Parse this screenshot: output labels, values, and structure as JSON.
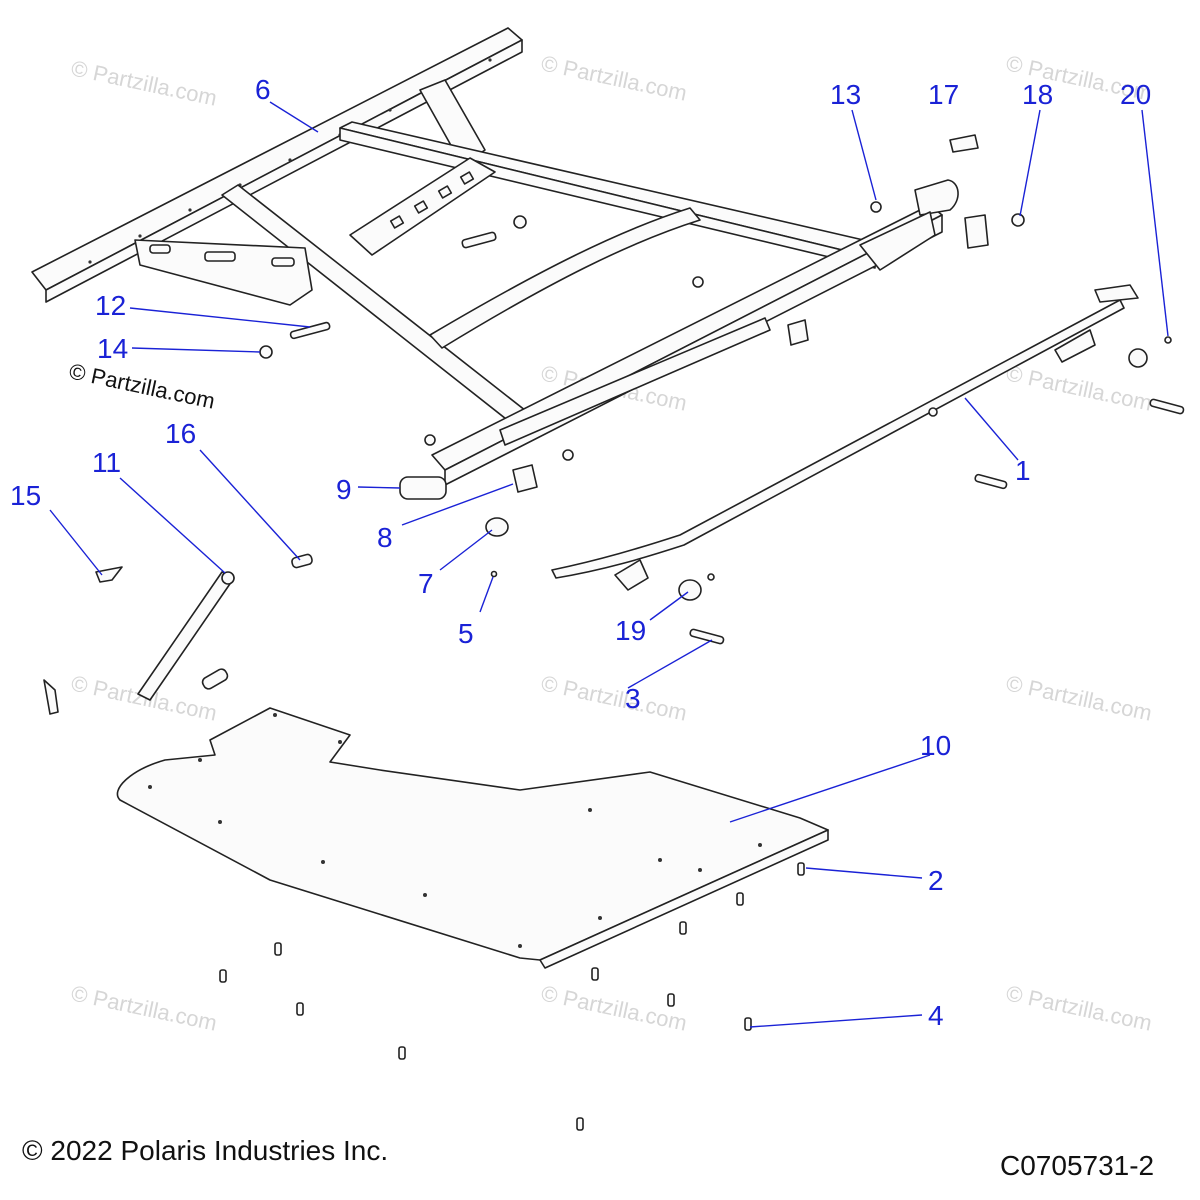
{
  "diagram": {
    "callouts": [
      {
        "id": "c1",
        "label": "1"
      },
      {
        "id": "c2",
        "label": "2"
      },
      {
        "id": "c3",
        "label": "3"
      },
      {
        "id": "c4",
        "label": "4"
      },
      {
        "id": "c5",
        "label": "5"
      },
      {
        "id": "c6",
        "label": "6"
      },
      {
        "id": "c7",
        "label": "7"
      },
      {
        "id": "c8",
        "label": "8"
      },
      {
        "id": "c9",
        "label": "9"
      },
      {
        "id": "c10",
        "label": "10"
      },
      {
        "id": "c11",
        "label": "11"
      },
      {
        "id": "c12",
        "label": "12"
      },
      {
        "id": "c13",
        "label": "13"
      },
      {
        "id": "c14",
        "label": "14"
      },
      {
        "id": "c15",
        "label": "15"
      },
      {
        "id": "c16",
        "label": "16"
      },
      {
        "id": "c17",
        "label": "17"
      },
      {
        "id": "c18",
        "label": "18"
      },
      {
        "id": "c19",
        "label": "19"
      },
      {
        "id": "c20",
        "label": "20"
      }
    ],
    "watermark_text": "© Partzilla.com",
    "watermark_dark_text": "© Partzilla.com",
    "copyright": "© 2022 Polaris Industries Inc.",
    "figure_code": "C0705731-2",
    "colors": {
      "callout": "#1a22d6",
      "watermark": "#d6d6d6",
      "line_art": "#222222"
    }
  }
}
